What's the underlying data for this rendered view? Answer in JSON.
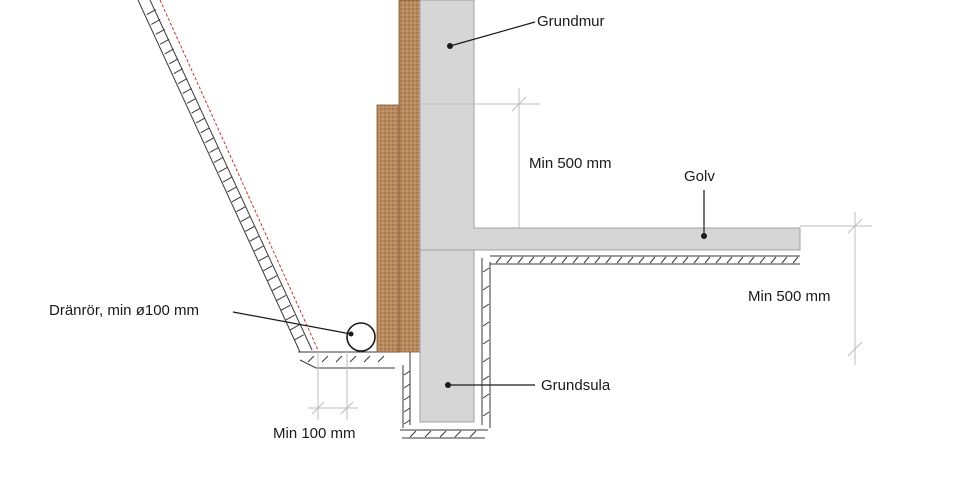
{
  "labels": {
    "grundmur": "Grundmur",
    "golv": "Golv",
    "min_500_upper": "Min 500 mm",
    "min_500_lower": "Min 500 mm",
    "dranror": "Dränrör, min ø100 mm",
    "grundsula": "Grundsula",
    "min_100": "Min 100 mm"
  },
  "colors": {
    "concrete": "#d6d6d6",
    "concrete_stroke": "#a0a0a0",
    "insulation": "#b98a5e",
    "soil_line": "#c0392b"
  }
}
